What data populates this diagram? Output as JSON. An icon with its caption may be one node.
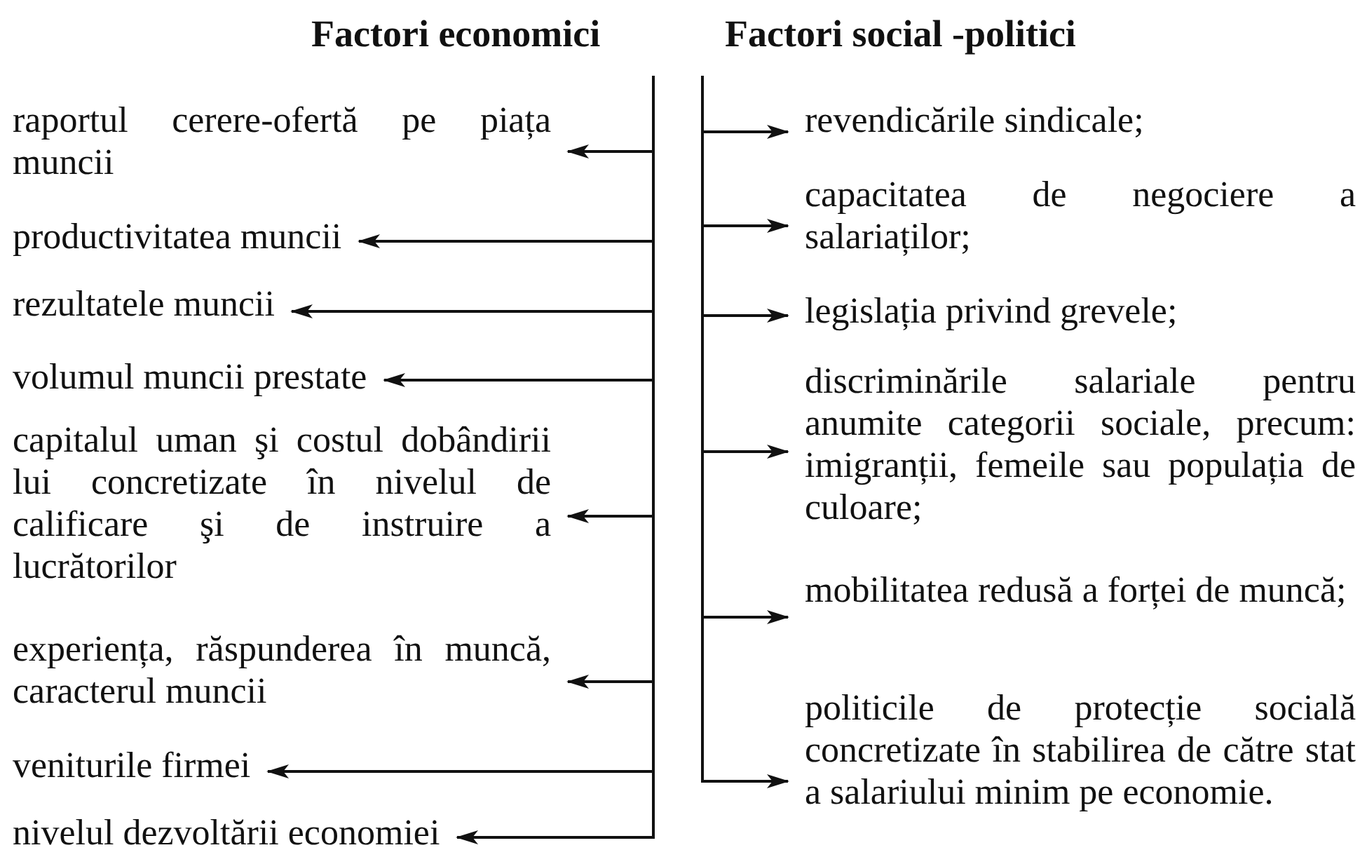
{
  "diagram": {
    "nodes": [
      {
        "text": [
          "Factori economici"
        ]
      },
      {
        "text": [
          "Factori social -politici"
        ]
      },
      {
        "text": [
          "raportul cerere-ofertă pe piața muncii"
        ]
      },
      {
        "text": [
          "productivitatea muncii"
        ]
      },
      {
        "text": [
          "rezultatele muncii"
        ]
      },
      {
        "text": [
          "volumul muncii prestate"
        ]
      },
      {
        "text": [
          "capitalul uman şi costul dobândirii lui concretizate în nivelul de calificare şi de instruire a lucrătorilor"
        ]
      },
      {
        "text": [
          "experiența, răspunderea în muncă, caracterul muncii"
        ]
      },
      {
        "text": [
          "veniturile firmei"
        ]
      },
      {
        "text": [
          "nivelul dezvoltării economiei"
        ]
      },
      {
        "text": [
          "revendicările sindicale;"
        ]
      },
      {
        "text": [
          "capacitatea de negociere a salariaților;"
        ]
      },
      {
        "text": [
          "legislația privind grevele;"
        ]
      },
      {
        "text": [
          "discriminările salariale pentru anumite categorii sociale, precum: imigranții, femeile sau populația de culoare;"
        ]
      },
      {
        "text": [
          "mobilitatea redusă a forței de muncă;"
        ]
      },
      {
        "text": [
          "politicile de protecție socială concretizate în stabilirea de către stat a salariului minim pe economie."
        ]
      }
    ],
    "edges": [
      {
        "from": 0,
        "to": 2,
        "arrow": "to"
      },
      {
        "from": 0,
        "to": 3,
        "arrow": "to"
      },
      {
        "from": 0,
        "to": 4,
        "arrow": "to"
      },
      {
        "from": 0,
        "to": 5,
        "arrow": "to"
      },
      {
        "from": 0,
        "to": 6,
        "arrow": "to"
      },
      {
        "from": 0,
        "to": 7,
        "arrow": "to"
      },
      {
        "from": 0,
        "to": 8,
        "arrow": "to"
      },
      {
        "from": 0,
        "to": 9,
        "arrow": "to"
      },
      {
        "from": 1,
        "to": 10,
        "arrow": "to"
      },
      {
        "from": 1,
        "to": 11,
        "arrow": "to"
      },
      {
        "from": 1,
        "to": 12,
        "arrow": "to"
      },
      {
        "from": 1,
        "to": 13,
        "arrow": "to"
      },
      {
        "from": 1,
        "to": 14,
        "arrow": "to"
      },
      {
        "from": 1,
        "to": 15,
        "arrow": "to"
      }
    ]
  }
}
